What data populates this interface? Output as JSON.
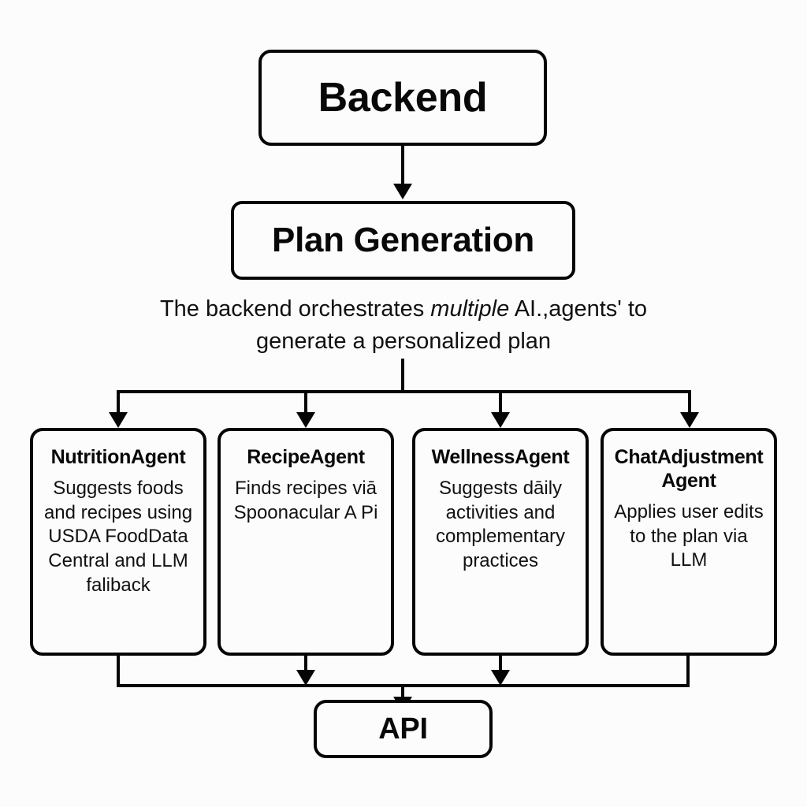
{
  "diagram": {
    "title": "Backend plan generation agent flow",
    "background_color": "#fcfcfd",
    "line_color": "#050505",
    "nodes": {
      "backend": {
        "label": "Backend"
      },
      "plan_generation": {
        "label": "Plan Generation"
      },
      "api": {
        "label": "API"
      }
    },
    "caption": {
      "line1_before": "The backend orchestrates ",
      "line1_emphasis": "multiple",
      "line1_after": " AI.,agents' to",
      "line2": "generate a personalized plan"
    },
    "agents": [
      {
        "title": "NutritionAgent",
        "description": "Suggests foods and recipes using USDA FoodData Central and LLM faliback"
      },
      {
        "title": "RecipeAgent",
        "description": "Finds recipes viā Spoonacular A Pi"
      },
      {
        "title": "WellnessAgent",
        "description": "Suggests dāily activities and complementary practices"
      },
      {
        "title": "ChatAdjustment Agent",
        "description": "Applies user edits to the plan via LLM"
      }
    ]
  }
}
